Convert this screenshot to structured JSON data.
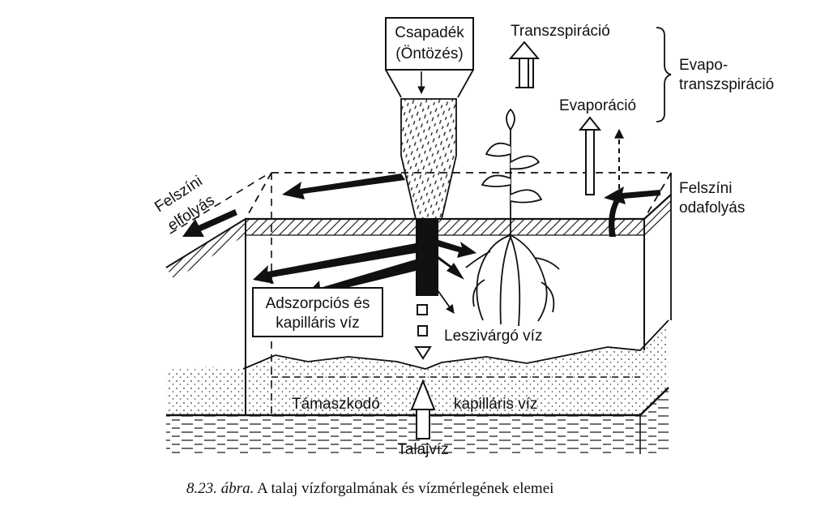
{
  "labels": {
    "precip_line1": "Csapadék",
    "precip_line2": "(Öntözés)",
    "transpiration": "Transzspiráció",
    "evapo_line1": "Evapo-",
    "evapo_line2": "transzspiráció",
    "evaporation": "Evaporáció",
    "runoff_line1": "Felszíni",
    "runoff_line2": "elfolyás",
    "runon_line1": "Felszíni",
    "runon_line2": "odafolyás",
    "adsorption_line1": "Adszorpciós és",
    "adsorption_line2": "kapilláris víz",
    "percolation": "Leszivárgó víz",
    "supported_left": "Támaszkodó",
    "supported_right": "kapilláris víz",
    "groundwater": "Talajvíz"
  },
  "caption": {
    "figure_number": "8.23. ábra.",
    "text": " A talaj vízforgalmának és vízmérlegének elemei"
  }
}
